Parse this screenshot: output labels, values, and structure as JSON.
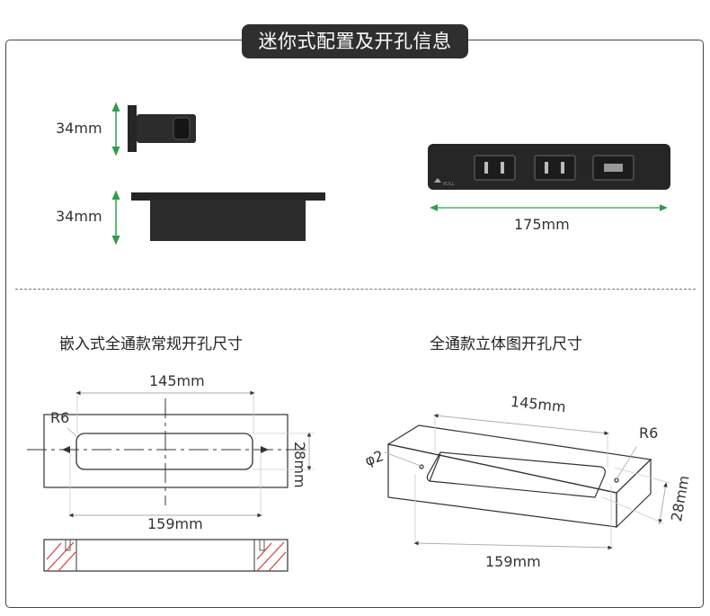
{
  "title": "迷你式配置及开孔信息",
  "product": {
    "side_height_label": "34mm",
    "front_height_label": "34mm",
    "length_label": "175mm",
    "brand_text": "BULL"
  },
  "sections": {
    "embedded": {
      "heading": "嵌入式全通款常规开孔尺寸",
      "inner_length": "145mm",
      "outer_length": "159mm",
      "radius": "R6",
      "width": "28mm"
    },
    "iso": {
      "heading": "全通款立体图开孔尺寸",
      "inner_length": "145mm",
      "outer_length": "159mm",
      "radius": "R6",
      "width": "28mm",
      "hole": "φ2"
    }
  },
  "colors": {
    "dimension_arrow": "#2e9e4a",
    "hatch": "#d43a3a",
    "product": "#262626"
  }
}
